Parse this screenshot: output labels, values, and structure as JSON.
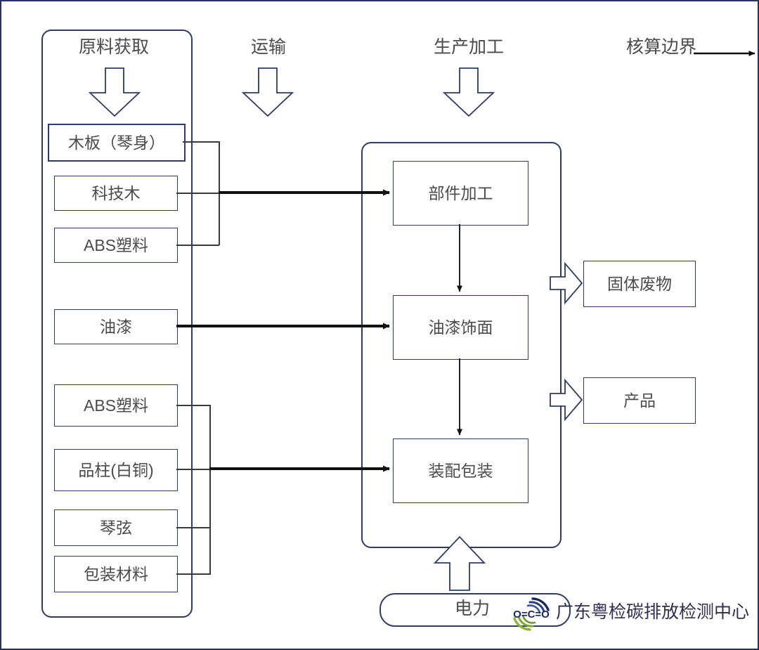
{
  "diagram": {
    "title_stages": [
      {
        "key": "raw_material",
        "label": "原料获取"
      },
      {
        "key": "transport",
        "label": "运输"
      },
      {
        "key": "production",
        "label": "生产加工"
      },
      {
        "key": "boundary",
        "label": "核算边界"
      }
    ],
    "raw_materials_upper": [
      {
        "label": "木板（琴身）"
      },
      {
        "label": "科技木"
      },
      {
        "label": "ABS塑料"
      }
    ],
    "raw_material_paint": {
      "label": "油漆"
    },
    "raw_materials_lower": [
      {
        "label": "ABS塑料"
      },
      {
        "label": "品柱(白铜)"
      },
      {
        "label": "琴弦"
      },
      {
        "label": "包装材料"
      }
    ],
    "process_steps": [
      {
        "label": "部件加工"
      },
      {
        "label": "油漆饰面"
      },
      {
        "label": "装配包装"
      }
    ],
    "outputs": [
      {
        "label": "固体废物"
      },
      {
        "label": "产品"
      }
    ],
    "energy": {
      "label": "电力"
    },
    "watermark": {
      "logo_text": "O=C=O",
      "org_name": "广东粤检碳排放检测中心"
    },
    "colors": {
      "outline_navy": "#2e3b66",
      "text_gray": "#4b4b4b",
      "arrow_black": "#111111",
      "logo_navy": "#1b2a5e",
      "logo_green": "#8cb43c"
    }
  }
}
